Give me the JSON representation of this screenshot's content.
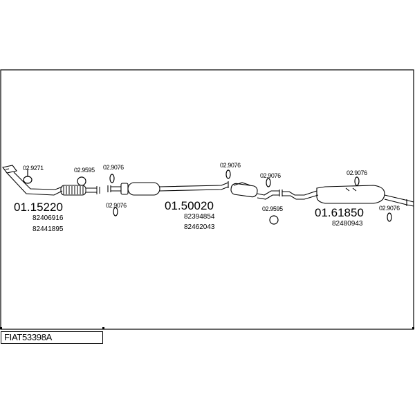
{
  "title": "FIAT53398A",
  "parts": [
    {
      "code": "01.15220",
      "refs": [
        "82406916",
        "82441895"
      ]
    },
    {
      "code": "01.50020",
      "refs": [
        "82394854",
        "82462043"
      ]
    },
    {
      "code": "01.61850",
      "refs": [
        "82480943"
      ]
    }
  ],
  "fittings": [
    "02.9271",
    "02.9595",
    "02.9076",
    "02.9076",
    "02.9076",
    "02.9076",
    "02.9595",
    "02.9076",
    "02.9076"
  ]
}
